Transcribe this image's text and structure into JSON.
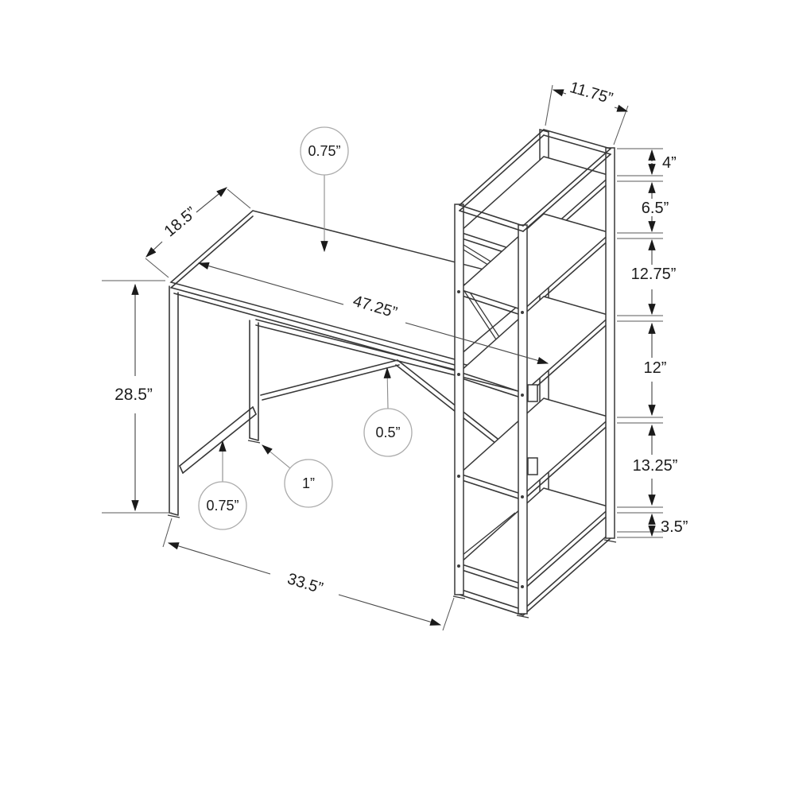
{
  "drawing": {
    "type": "furniture-dimension-diagram",
    "subject": "computer desk with side bookshelf tower",
    "colors": {
      "background": "#ffffff",
      "structure_line": "#383838",
      "dimension_line": "#4a4a4a",
      "balloon_stroke": "#ababab",
      "text": "#1c1c1c"
    },
    "balloons": [
      {
        "id": "desktop-thickness",
        "label": "0.75”"
      },
      {
        "id": "brace-thickness",
        "label": "0.5”"
      },
      {
        "id": "stretcher-thickness",
        "label": "0.75”"
      },
      {
        "id": "leg-thickness",
        "label": "1”"
      }
    ],
    "dimensions": {
      "desk_depth": "18.5”",
      "tower_width": "11.75”",
      "desk_height": "28.5”",
      "desk_length": "47.25”",
      "leg_span": "33.5”",
      "shelf_gaps": [
        "4”",
        "6.5”",
        "12.75”",
        "12”",
        "13.25”",
        "3.5”"
      ]
    }
  }
}
